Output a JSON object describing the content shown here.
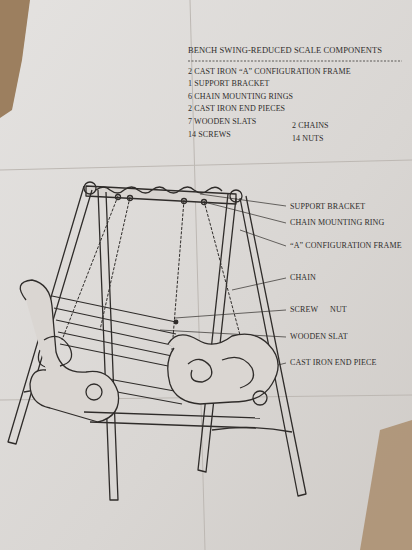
{
  "diagram": {
    "title": "BENCH SWING-REDUCED SCALE COMPONENTS",
    "labels": [
      "2 CAST IRON “A” CONFIGURATION FRAME",
      "1 SUPPORT BRACKET",
      "6 CHAIN MOUNTING RINGS",
      "2 CAST IRON END PIECES",
      "7 WOODEN SLATS",
      "2 CHAINS",
      "14 SCREWS",
      "14 NUTS",
      "SUPPORT BRACKET",
      "CHAIN MOUNTING RING",
      "“A” CONFIGURATION FRAME",
      "CHAIN",
      "SCREW",
      "NUT",
      "WOODEN SLAT",
      "CAST IRON END PIECE"
    ]
  }
}
